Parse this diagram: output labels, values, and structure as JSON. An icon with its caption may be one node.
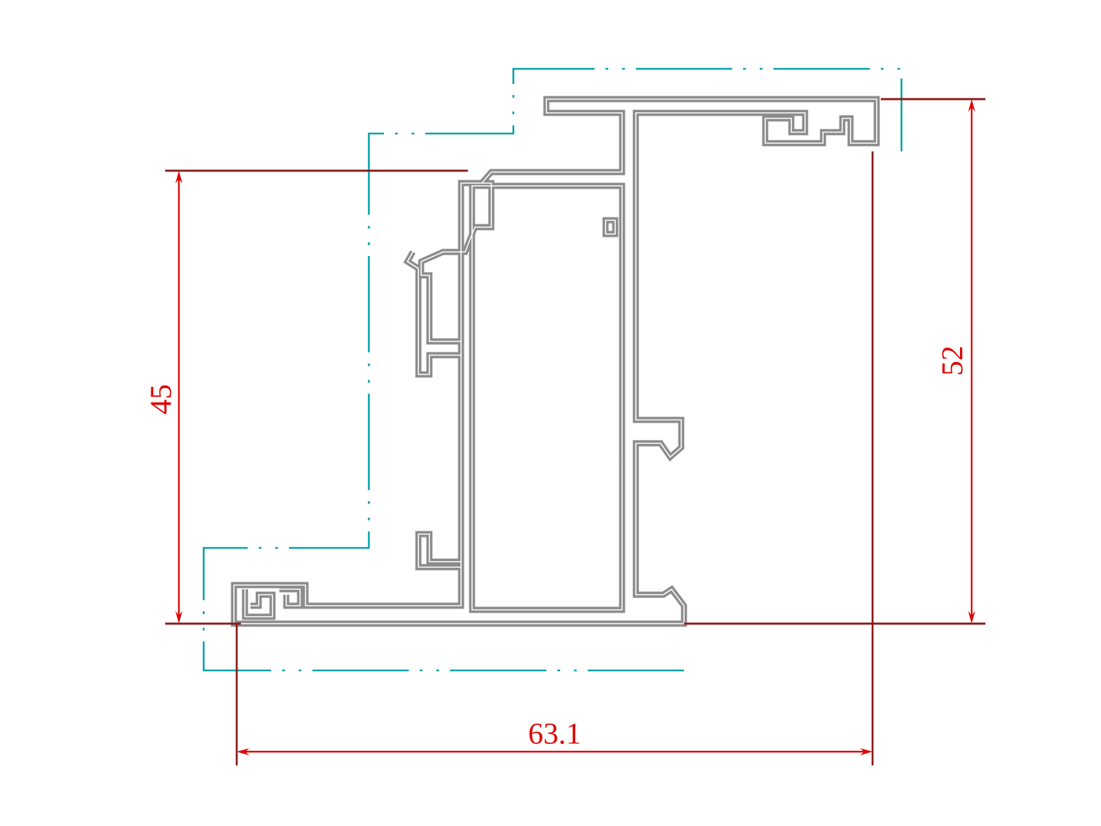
{
  "diagram": {
    "labels": [
      "45",
      "52",
      "63.1"
    ]
  }
}
